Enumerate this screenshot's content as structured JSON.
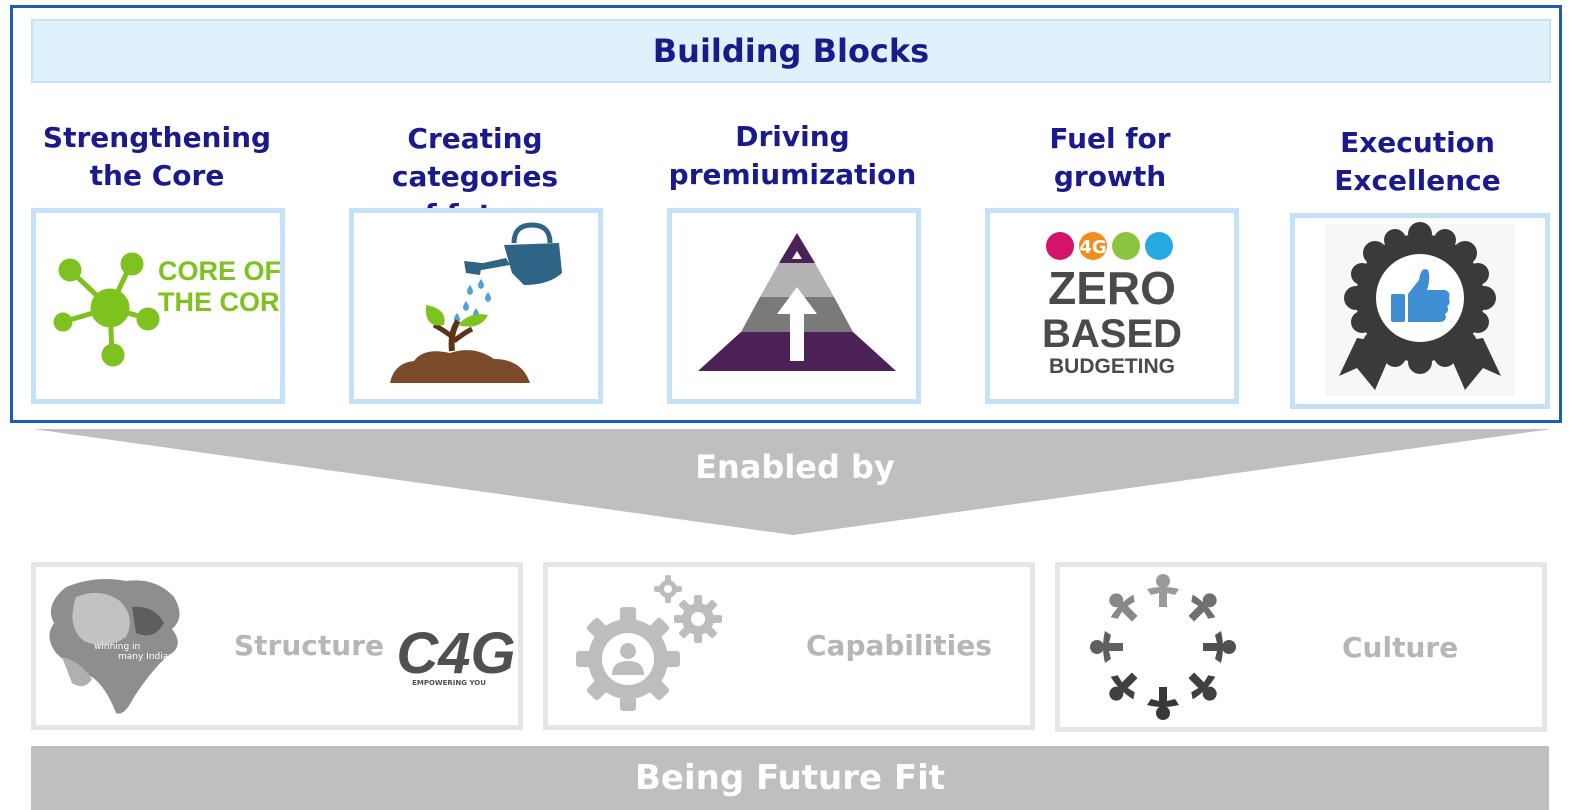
{
  "header": {
    "title": "Building Blocks"
  },
  "blocks": [
    {
      "title_line1": "Strengthening",
      "title_line2": "the Core",
      "logo_line1": "CORE OF",
      "logo_line2": "THE CORE",
      "icon": "molecule-icon"
    },
    {
      "title_line1": "Creating categories",
      "title_line2": "of future",
      "icon": "watering-can-plant-icon"
    },
    {
      "title_line1": "Driving",
      "title_line2": "premiumization",
      "icon": "pyramid-arrow-icon"
    },
    {
      "title_line1": "Fuel for",
      "title_line2": "growth",
      "logo_top": "4G",
      "logo_line1": "ZERO",
      "logo_line2": "BASED",
      "logo_line3": "BUDGETING",
      "icon": "zero-based-budgeting-logo"
    },
    {
      "title_line1": "Execution",
      "title_line2": "Excellence",
      "icon": "thumbs-up-badge-icon"
    }
  ],
  "enabler": {
    "label": "Enabled by"
  },
  "enablers": [
    {
      "label": "Structure",
      "map_text1": "winning in",
      "map_text2": "many Indias",
      "logo_text": "C4G",
      "logo_tagline": "EMPOWERING YOU",
      "icon": "india-map-icon"
    },
    {
      "label": "Capabilities",
      "icon": "gear-person-icon"
    },
    {
      "label": "Culture",
      "icon": "people-circle-icon"
    }
  ],
  "footer": {
    "label": "Being Future Fit"
  },
  "colors": {
    "frame": "#1b5fae",
    "title": "#1a1a8c",
    "header_bg": "#dff1fa",
    "card_border": "#c5e1f7",
    "grey": "#bfbfbf",
    "core_green": "#7dc21e",
    "pyramid_purple": "#4b2157"
  }
}
